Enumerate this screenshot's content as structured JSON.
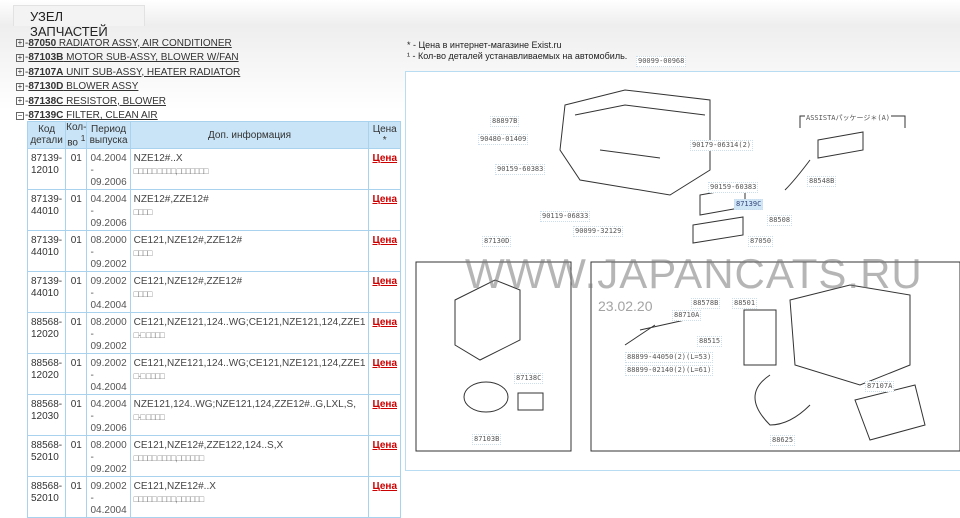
{
  "tab": {
    "label": "УЗЕЛ ЗАПЧАСТЕЙ"
  },
  "tree": [
    {
      "toggle": "+",
      "code": "87050",
      "name": " RADIATOR ASSY, AIR CONDITIONER"
    },
    {
      "toggle": "+",
      "code": "87103B",
      "name": " MOTOR SUB-ASSY, BLOWER W/FAN"
    },
    {
      "toggle": "+",
      "code": "87107A",
      "name": " UNIT SUB-ASSY, HEATER RADIATOR"
    },
    {
      "toggle": "+",
      "code": "87130D",
      "name": " BLOWER ASSY"
    },
    {
      "toggle": "+",
      "code": "87138C",
      "name": " RESISTOR, BLOWER"
    },
    {
      "toggle": "−",
      "code": "87139C",
      "name": " FILTER, CLEAN AIR"
    }
  ],
  "table": {
    "headers": {
      "code": "Код детали",
      "qty": "Кол-во",
      "qty_sup": "1",
      "period": "Период выпуска",
      "info": "Доп. информация",
      "price": "Цена",
      "price_sup": "*"
    },
    "rows": [
      {
        "code": "87139-12010",
        "qty": "01",
        "from": "04.2004",
        "to": "09.2006",
        "info": "NZE12#..X",
        "info2": "□□□□□ □□□□,□□□□□□□",
        "price": "Цена"
      },
      {
        "code": "87139-44010",
        "qty": "01",
        "from": "04.2004",
        "to": "09.2006",
        "info": "NZE12#,ZZE12#",
        "info2": "□□□□",
        "price": "Цена"
      },
      {
        "code": "87139-44010",
        "qty": "01",
        "from": "08.2000",
        "to": "09.2002",
        "info": "CE121,NZE12#,ZZE12#",
        "info2": "□□□□",
        "price": "Цена"
      },
      {
        "code": "87139-44010",
        "qty": "01",
        "from": "09.2002",
        "to": "04.2004",
        "info": "CE121,NZE12#,ZZE12#",
        "info2": "□□□□",
        "price": "Цена"
      },
      {
        "code": "88568-12020",
        "qty": "01",
        "from": "08.2000",
        "to": "09.2002",
        "info": "CE121,NZE121,124..WG;CE121,NZE121,124,ZZE1",
        "info2": "□-□ □□□□",
        "price": "Цена"
      },
      {
        "code": "88568-12020",
        "qty": "01",
        "from": "09.2002",
        "to": "04.2004",
        "info": "CE121,NZE121,124..WG;CE121,NZE121,124,ZZE1",
        "info2": "□-□ □□□□",
        "price": "Цена"
      },
      {
        "code": "88568-12030",
        "qty": "01",
        "from": "04.2004",
        "to": "09.2006",
        "info": "NZE121,124..WG;NZE121,124,ZZE12#..G,LXL,S,",
        "info2": "□-□ □□□□",
        "price": "Цена"
      },
      {
        "code": "88568-52010",
        "qty": "01",
        "from": "08.2000",
        "to": "09.2002",
        "info": "CE121,NZE12#,ZZE122,124..S,X",
        "info2": "□□□□□ □□□□,□□□□□□",
        "price": "Цена"
      },
      {
        "code": "88568-52010",
        "qty": "01",
        "from": "09.2002",
        "to": "04.2004",
        "info": "CE121,NZE12#..X",
        "info2": "□□□□□ □□□□,□□□□□□",
        "price": "Цена"
      }
    ]
  },
  "notes": {
    "price_note": "* - Цена в интернет-магазине Exist.ru",
    "qty_note": "¹ - Кол-во деталей устанавливаемых на автомобиль."
  },
  "diagram": {
    "watermark": "WWW.JAPANCATS.RU",
    "date": "23.02.20",
    "assista": "ASSISTAパッケージ＊(A)",
    "labels": [
      "90099-00968",
      "88897B",
      "90480-01409",
      "90179-06314(2)",
      "90159-60383",
      "90159-60383",
      "87139C",
      "88508",
      "90119-06833",
      "90099-32129",
      "88548B",
      "87130D",
      "87050",
      "88578B",
      "88710A",
      "88501",
      "88515",
      "88899-44050(2)(L=53)",
      "88899-02140(2)(L=61)",
      "87138C",
      "87107A",
      "87103B",
      "88625"
    ]
  }
}
